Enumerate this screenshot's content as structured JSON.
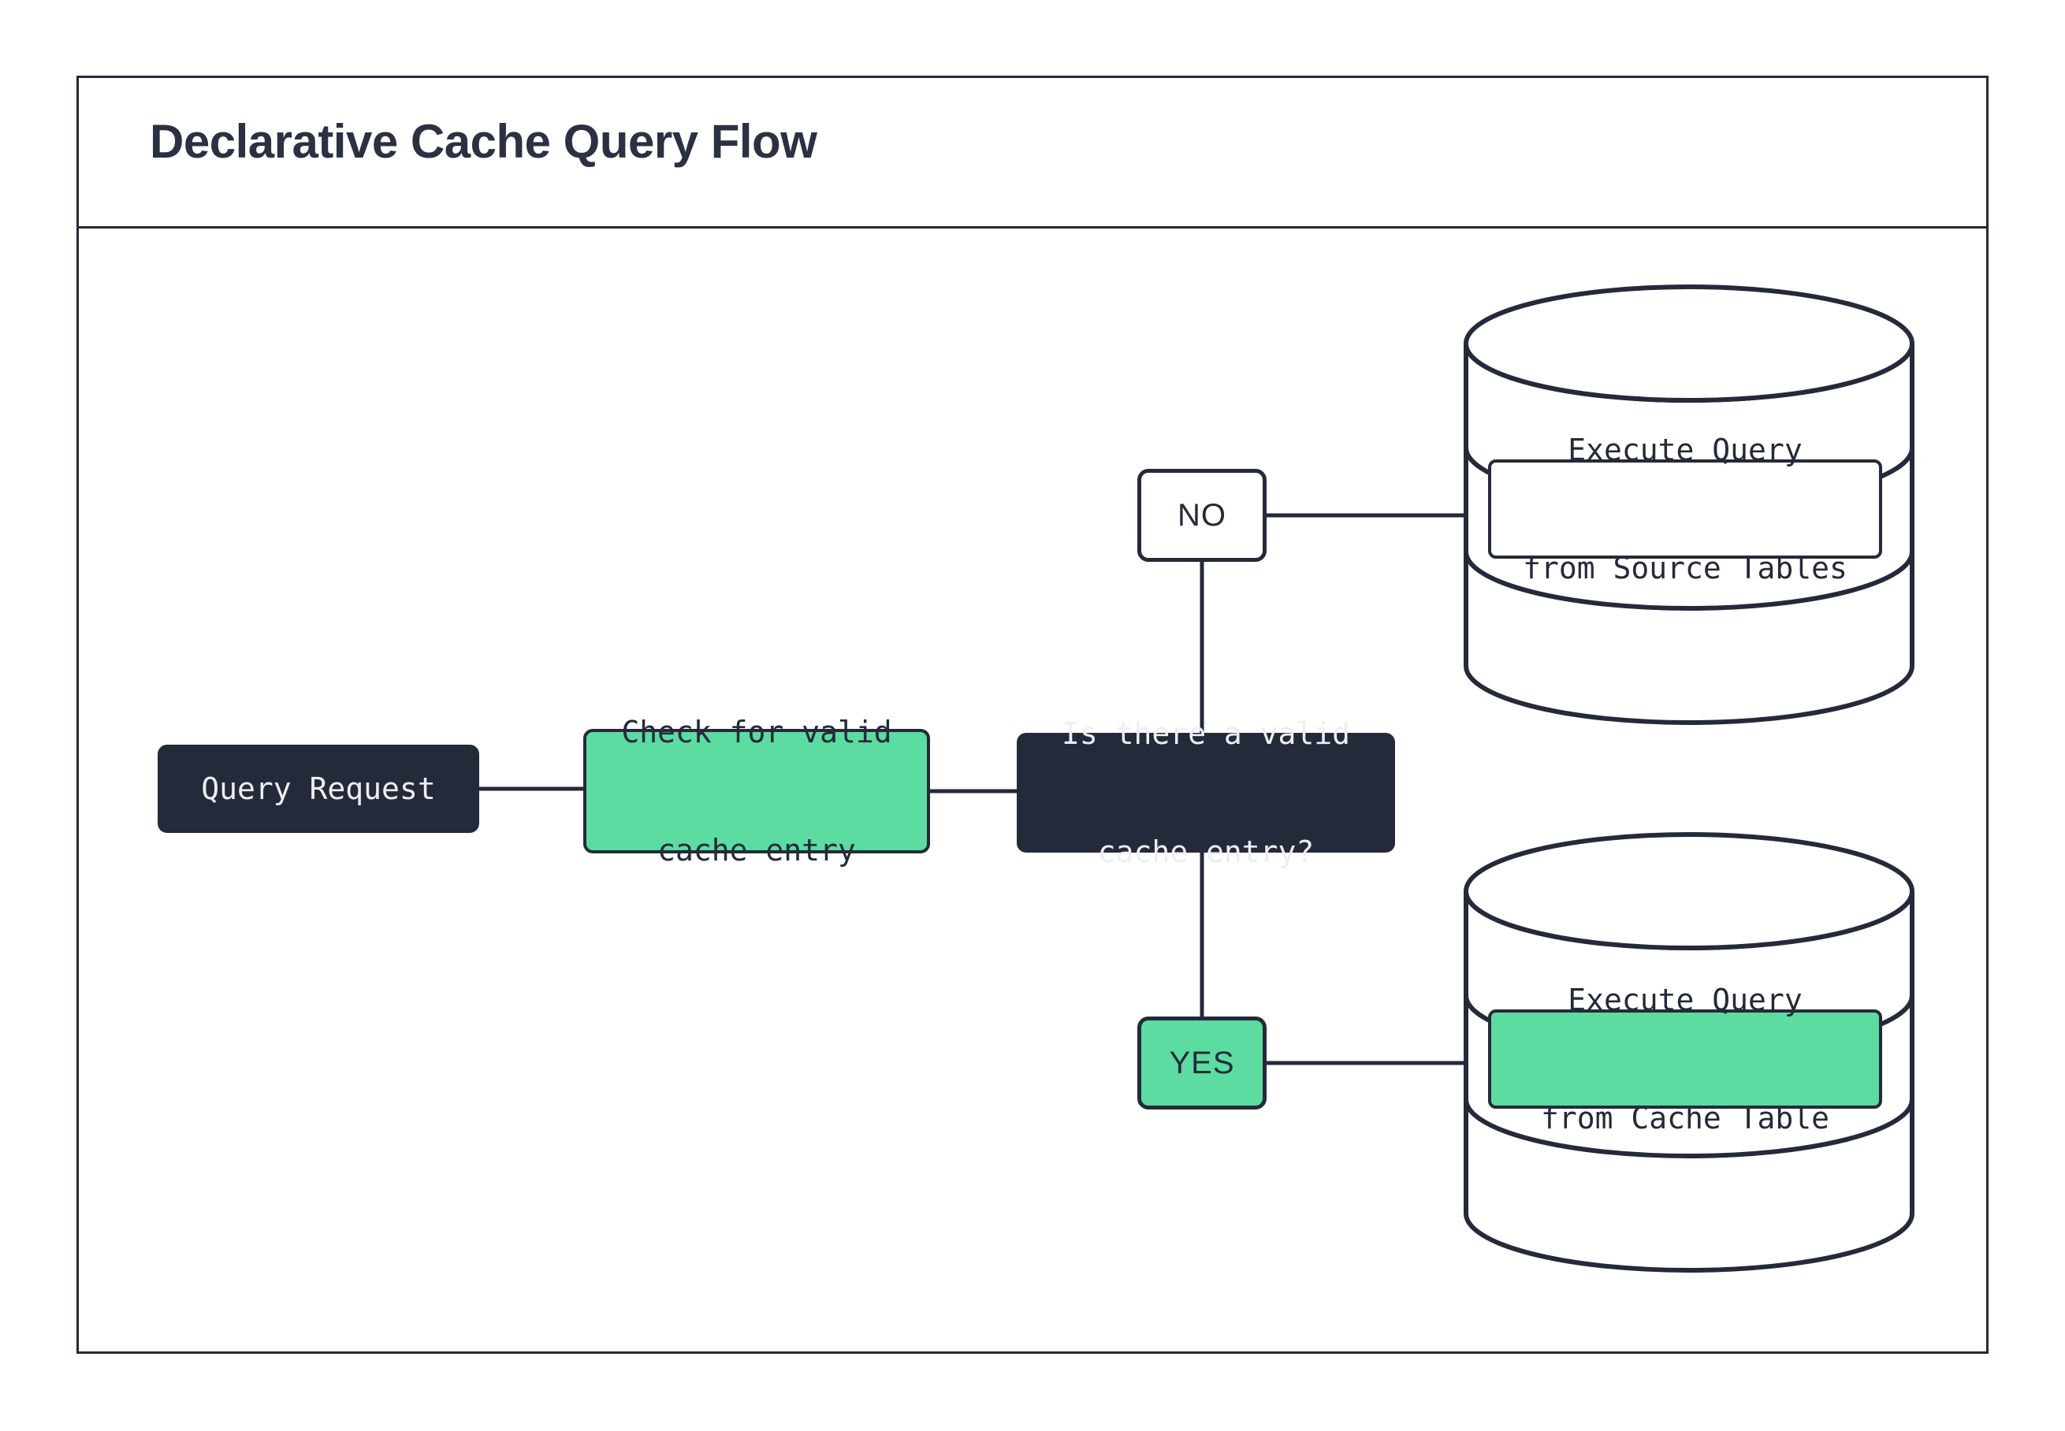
{
  "page": {
    "background": "#ffffff",
    "accent_green": "#5CDCA0",
    "ink": "#252A3A",
    "light_text": "#EDEEF2"
  },
  "frame": {
    "title": "Declarative Cache Query Flow"
  },
  "diagram": {
    "type": "flowchart",
    "direction": "left-to-right",
    "nodes": [
      {
        "id": "query-request",
        "label": "Query Request",
        "shape": "rounded-rect",
        "style": "dark"
      },
      {
        "id": "check-cache",
        "label": "Check for valid\ncache entry",
        "shape": "rounded-rect",
        "style": "green"
      },
      {
        "id": "decision",
        "label": "Is there a valid\ncache entry?",
        "shape": "rounded-rect",
        "style": "dark"
      },
      {
        "id": "branch-no",
        "label": "NO",
        "shape": "rounded-rect",
        "style": "white"
      },
      {
        "id": "branch-yes",
        "label": "YES",
        "shape": "rounded-rect",
        "style": "green"
      },
      {
        "id": "source-db",
        "label": "Execute Query\nfrom Source Tables",
        "shape": "cylinder",
        "style": "white"
      },
      {
        "id": "cache-db",
        "label": "Execute Query\nfrom Cache Table",
        "shape": "cylinder",
        "style": "green"
      }
    ],
    "edges": [
      {
        "from": "query-request",
        "to": "check-cache",
        "label": ""
      },
      {
        "from": "check-cache",
        "to": "decision",
        "label": ""
      },
      {
        "from": "decision",
        "to": "branch-no",
        "label": "NO"
      },
      {
        "from": "decision",
        "to": "branch-yes",
        "label": "YES"
      },
      {
        "from": "branch-no",
        "to": "source-db",
        "label": ""
      },
      {
        "from": "branch-yes",
        "to": "cache-db",
        "label": ""
      }
    ]
  },
  "nodes": {
    "query_request": "Query Request",
    "check_cache_line1": "Check for valid",
    "check_cache_line2": "cache entry",
    "decision_line1": "Is there a valid",
    "decision_line2": "cache entry?",
    "branch_no": "NO",
    "branch_yes": "YES",
    "source_db_line1": "Execute Query",
    "source_db_line2": "from Source Tables",
    "cache_db_line1": "Execute Query",
    "cache_db_line2": "from Cache Table"
  }
}
